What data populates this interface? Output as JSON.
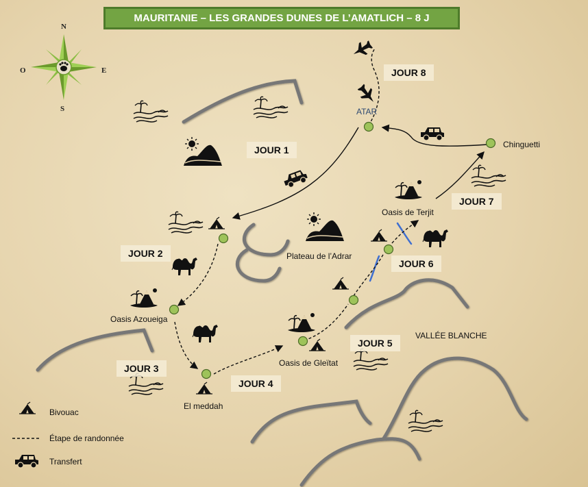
{
  "title": "MAURITANIE – LES GRANDES DUNES DE L’AMATLICH – 8 J",
  "compass": {
    "north": "N",
    "south": "S",
    "east": "E",
    "west": "O"
  },
  "days": {
    "d1": "JOUR 1",
    "d2": "JOUR 2",
    "d3": "JOUR 3",
    "d4": "JOUR 4",
    "d5": "JOUR 5",
    "d6": "JOUR 6",
    "d7": "JOUR 7",
    "d8": "JOUR 8"
  },
  "places": {
    "atar": "ATAR",
    "chinguetti": "Chinguetti",
    "terjit": "Oasis de Terjit",
    "adrar": "Plateau de l’Adrar",
    "azoueiga": "Oasis Azoueiga",
    "gleitat": "Oasis de Gleïtat",
    "meddah": "El meddah",
    "vallee": "VALLÉE BLANCHE"
  },
  "legend": {
    "bivouac": "Bivouac",
    "hike": "Étape de randonnée",
    "transfer": "Transfert"
  },
  "colors": {
    "title_bg": "#73a443",
    "node": "#9ec35a",
    "river": "#3f6fd0",
    "ridge": "#7a7a7a"
  },
  "icons": [
    "compass-rose-icon",
    "plane-icon",
    "4x4-car-icon",
    "tent-icon",
    "camel-icon",
    "oasis-icon",
    "sun-dune-icon",
    "desert-dunes-icon"
  ]
}
